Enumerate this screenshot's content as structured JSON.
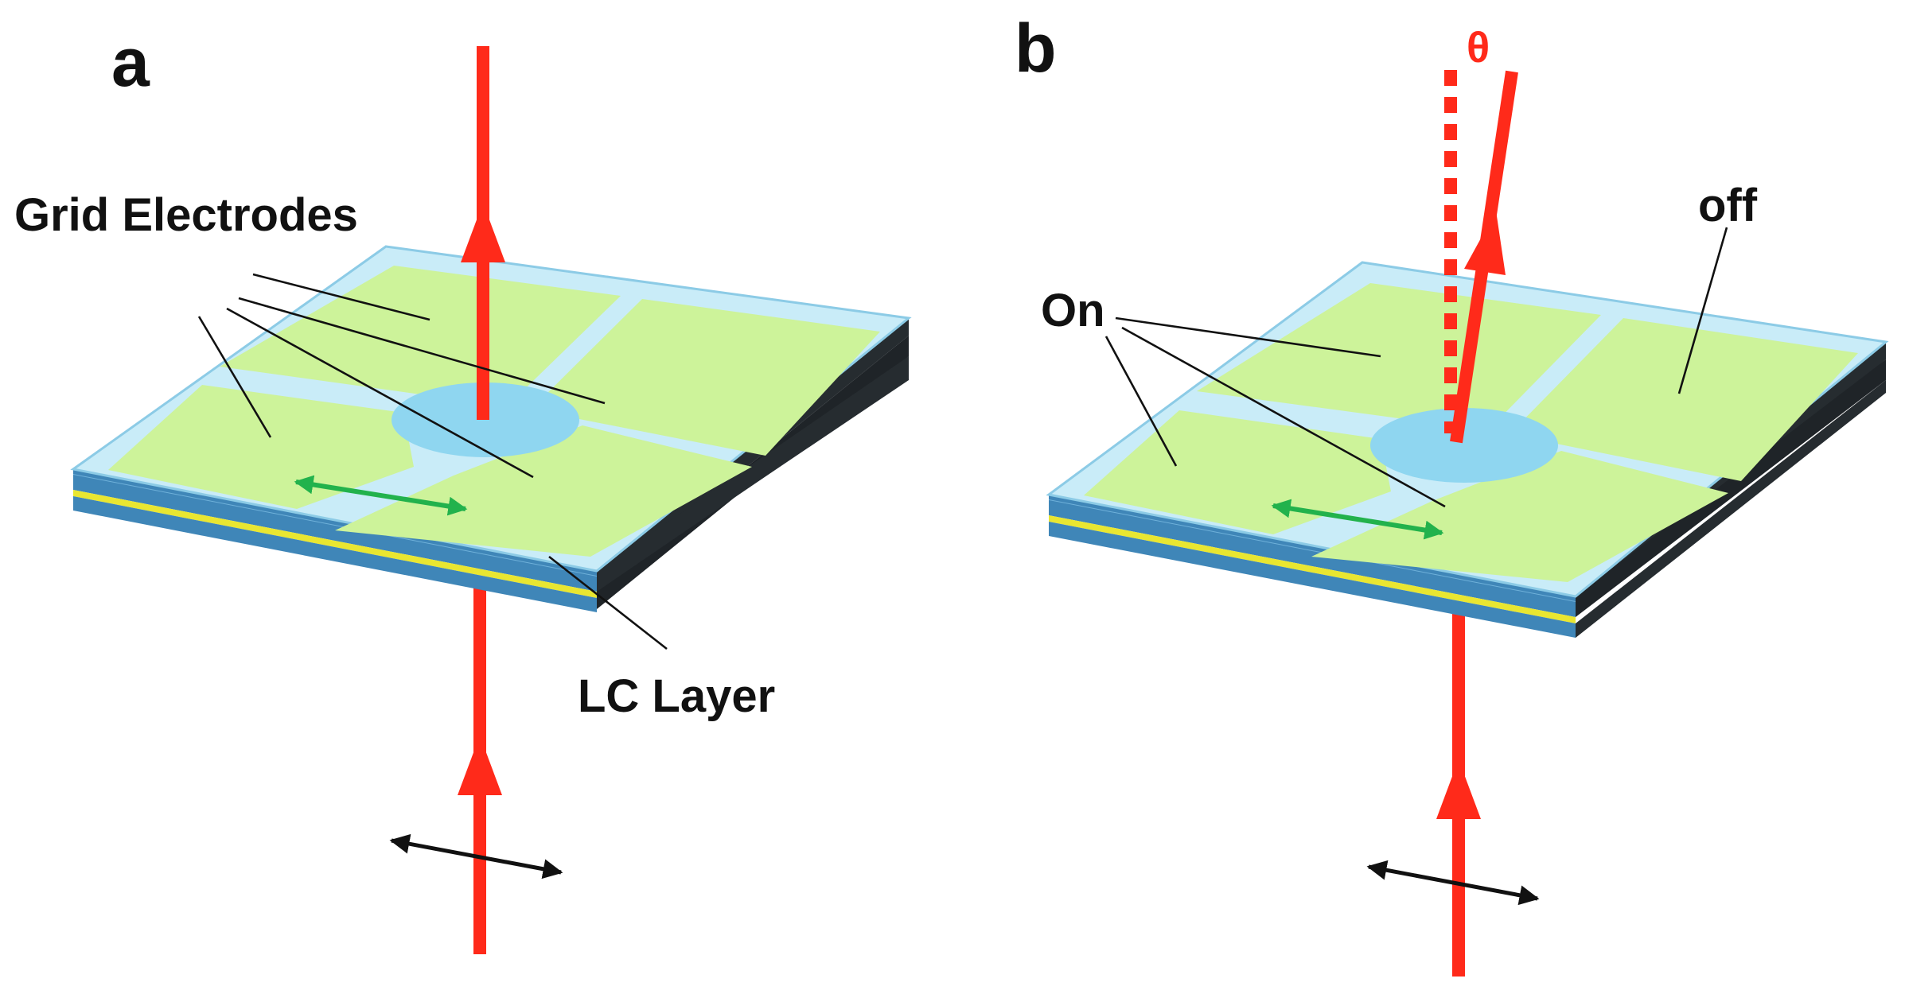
{
  "panels": [
    {
      "label": "a",
      "annotations": {
        "electrodes": "Grid Electrodes",
        "layer": "LC Layer"
      }
    },
    {
      "label": "b",
      "annotations": {
        "on": "On",
        "off": "off",
        "angle": "θ"
      }
    }
  ],
  "colors": {
    "beam": "#ff2a1a",
    "electrode_green": "#cdf39a",
    "gap_blue": "#8fd6f0",
    "glass_edge": "#3f86b8",
    "glass_top": "#c9ecf8",
    "lc_yellow": "#e9e631",
    "side_dark": "#262c30",
    "polarization_in": "#111111",
    "polarization_out": "#22b24c"
  }
}
